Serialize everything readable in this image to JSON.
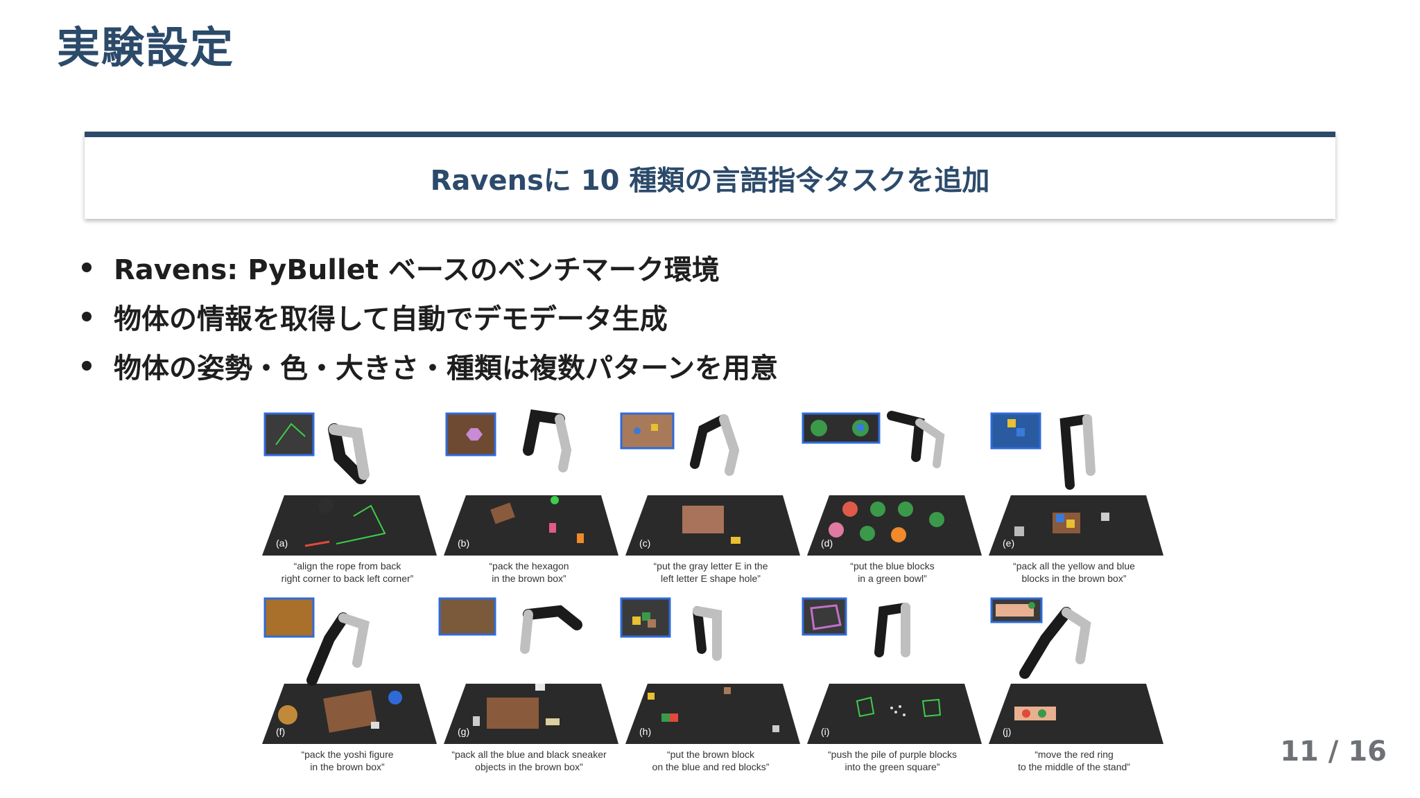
{
  "slide": {
    "title": "実験設定",
    "callout": "Ravensに 10 種類の言語指令タスクを追加",
    "bullets": [
      "Ravens: PyBullet ベースのベンチマーク環境",
      "物体の情報を取得して自動でデモデータ生成",
      "物体の姿勢・色・大きさ・種類は複数パターンを用意"
    ],
    "page_number": "11 / 16"
  },
  "figure": {
    "panels": [
      {
        "letter": "(a)",
        "caption": [
          "“align the rope from back",
          "right corner to back left corner”"
        ]
      },
      {
        "letter": "(b)",
        "caption": [
          "“pack the hexagon",
          "in the brown box”"
        ]
      },
      {
        "letter": "(c)",
        "caption": [
          "“put the gray letter E in the",
          "left letter E shape hole”"
        ]
      },
      {
        "letter": "(d)",
        "caption": [
          "“put the blue blocks",
          "in a green bowl”"
        ]
      },
      {
        "letter": "(e)",
        "caption": [
          "“pack all the yellow and blue",
          "blocks in the brown box”"
        ]
      },
      {
        "letter": "(f)",
        "caption": [
          "“pack the yoshi figure",
          "in the brown box”"
        ]
      },
      {
        "letter": "(g)",
        "caption": [
          "“pack all the blue and black sneaker",
          "objects in the brown box”"
        ]
      },
      {
        "letter": "(h)",
        "caption": [
          "“put the brown block",
          "on the blue and red blocks”"
        ]
      },
      {
        "letter": "(i)",
        "caption": [
          "“push the pile of purple blocks",
          "into the green square”"
        ]
      },
      {
        "letter": "(j)",
        "caption": [
          "“move the red ring",
          "to the middle of the stand”"
        ]
      }
    ]
  }
}
